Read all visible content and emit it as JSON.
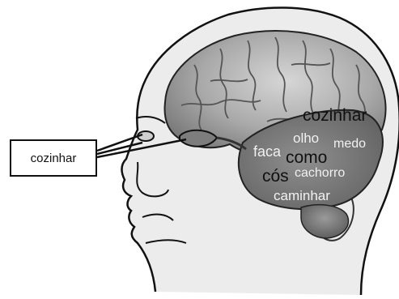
{
  "label_box": {
    "text": "cozinhar"
  },
  "words": [
    {
      "text": "cozinhar",
      "tone": "dark"
    },
    {
      "text": "olho",
      "tone": "light"
    },
    {
      "text": "medo",
      "tone": "light"
    },
    {
      "text": "faca",
      "tone": "light"
    },
    {
      "text": "como",
      "tone": "dark"
    },
    {
      "text": "cós",
      "tone": "dark"
    },
    {
      "text": "cachorro",
      "tone": "light"
    },
    {
      "text": "caminhar",
      "tone": "light"
    }
  ]
}
